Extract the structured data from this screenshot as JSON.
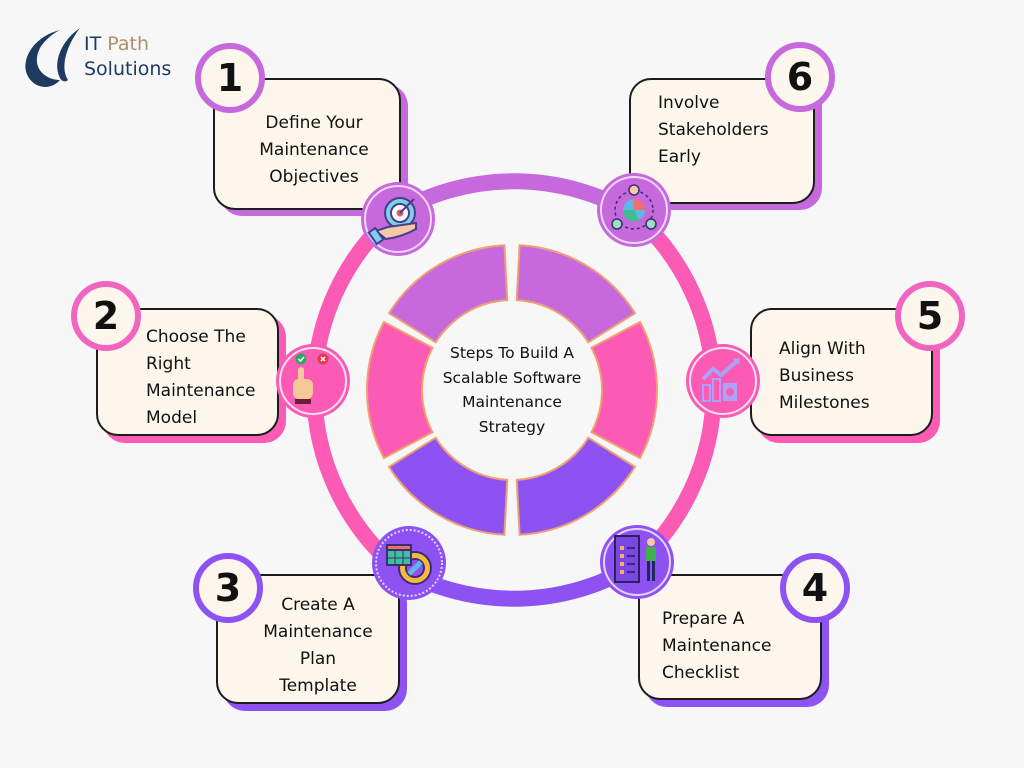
{
  "logo": {
    "part1": "IT",
    "part2": "Path",
    "part3": "Solutions"
  },
  "center_title": "Steps To Build A Scalable Software Maintenance Strategy",
  "center_lines": [
    "Steps To Build A",
    "Scalable Software",
    "Maintenance",
    "Strategy"
  ],
  "colors": {
    "purple_light": "#c569dd",
    "pink": "#fb5bb5",
    "violet": "#8e52f3",
    "card_bg": "#fdf6ec",
    "peach_outline": "#f0a070"
  },
  "steps": [
    {
      "number": "1",
      "lines": [
        "Define Your",
        "Maintenance",
        "Objectives"
      ],
      "icon": "target-hand-icon"
    },
    {
      "number": "2",
      "lines": [
        "Choose The",
        "Right",
        "Maintenance",
        "Model"
      ],
      "icon": "choice-hand-icon"
    },
    {
      "number": "3",
      "lines": [
        "Create A",
        "Maintenance",
        "Plan",
        "Template"
      ],
      "icon": "calendar-gear-icon"
    },
    {
      "number": "4",
      "lines": [
        "Prepare A",
        "Maintenance",
        "Checklist"
      ],
      "icon": "checklist-person-icon"
    },
    {
      "number": "5",
      "lines": [
        "Align With",
        "Business",
        "Milestones"
      ],
      "icon": "growth-chart-icon"
    },
    {
      "number": "6",
      "lines": [
        "Involve",
        "Stakeholders",
        "Early"
      ],
      "icon": "stakeholders-globe-icon"
    }
  ]
}
